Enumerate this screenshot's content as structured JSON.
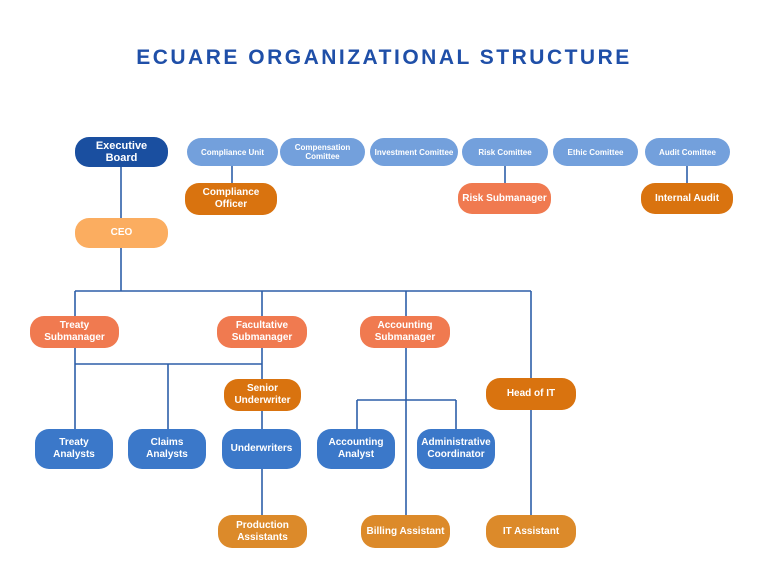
{
  "title": "ECUARE ORGANIZATIONAL STRUCTURE",
  "colors": {
    "title": "#1f4fa8",
    "line": "#2d5fa8",
    "board": "#1a4fa0",
    "committee": "#73a0dc",
    "staff_blue": "#3b78c9",
    "submanager": "#f07a50",
    "dark_orange": "#d9730f",
    "light_orange": "#fbad60",
    "assistant": "#dc8a2a"
  },
  "nodes": {
    "executive_board": {
      "label": "Executive Board",
      "color": "board"
    },
    "compliance_unit": {
      "label": "Compliance Unit",
      "color": "committee"
    },
    "compensation_comittee": {
      "label": "Compensation Comittee",
      "color": "committee"
    },
    "investment_comittee": {
      "label": "Investment Comittee",
      "color": "committee"
    },
    "risk_comittee": {
      "label": "Risk Comittee",
      "color": "committee"
    },
    "ethic_comittee": {
      "label": "Ethic Comittee",
      "color": "committee"
    },
    "audit_comittee": {
      "label": "Audit Comittee",
      "color": "committee"
    },
    "compliance_officer": {
      "label": "Compliance Officer",
      "color": "dark_orange"
    },
    "risk_submanager": {
      "label": "Risk Submanager",
      "color": "submanager"
    },
    "internal_audit": {
      "label": "Internal Audit",
      "color": "dark_orange"
    },
    "ceo": {
      "label": "CEO",
      "color": "light_orange"
    },
    "treaty_submanager": {
      "label": "Treaty Submanager",
      "color": "submanager"
    },
    "facultative_submanager": {
      "label": "Facultative Submanager",
      "color": "submanager"
    },
    "accounting_submanager": {
      "label": "Accounting Submanager",
      "color": "submanager"
    },
    "senior_underwriter": {
      "label": "Senior Underwriter",
      "color": "dark_orange"
    },
    "head_of_it": {
      "label": "Head of IT",
      "color": "dark_orange"
    },
    "treaty_analysts": {
      "label": "Treaty Analysts",
      "color": "staff_blue"
    },
    "claims_analysts": {
      "label": "Claims Analysts",
      "color": "staff_blue"
    },
    "underwriters": {
      "label": "Underwriters",
      "color": "staff_blue"
    },
    "accounting_analyst": {
      "label": "Accounting Analyst",
      "color": "staff_blue"
    },
    "administrative_coordinator": {
      "label": "Administrative Coordinator",
      "color": "staff_blue"
    },
    "production_assistants": {
      "label": "Production Assistants",
      "color": "assistant"
    },
    "billing_assistant": {
      "label": "Billing Assistant",
      "color": "assistant"
    },
    "it_assistant": {
      "label": "IT Assistant",
      "color": "assistant"
    }
  }
}
